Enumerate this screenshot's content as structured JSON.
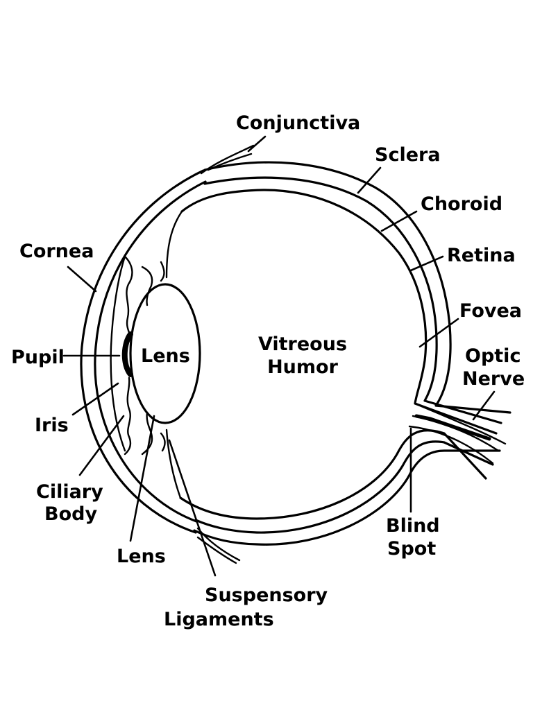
{
  "labels": {
    "conjunctiva": "Conjunctiva",
    "sclera": "Sclera",
    "choroid": "Choroid",
    "retina": "Retina",
    "fovea": "Fovea",
    "optic_nerve": [
      "Optic",
      "Nerve"
    ],
    "cornea": "Cornea",
    "pupil": "Pupil",
    "lens_inner": "Lens",
    "vitreous_humor": [
      "Vitreous",
      "Humor"
    ],
    "iris": "Iris",
    "ciliary_body": [
      "Ciliary",
      "Body"
    ],
    "lens_lower": "Lens",
    "suspensory_ligaments": [
      "Suspensory",
      "Ligaments"
    ],
    "blind_spot": [
      "Blind",
      "Spot"
    ]
  },
  "colors": {
    "line": "#000000",
    "background": "#ffffff"
  }
}
